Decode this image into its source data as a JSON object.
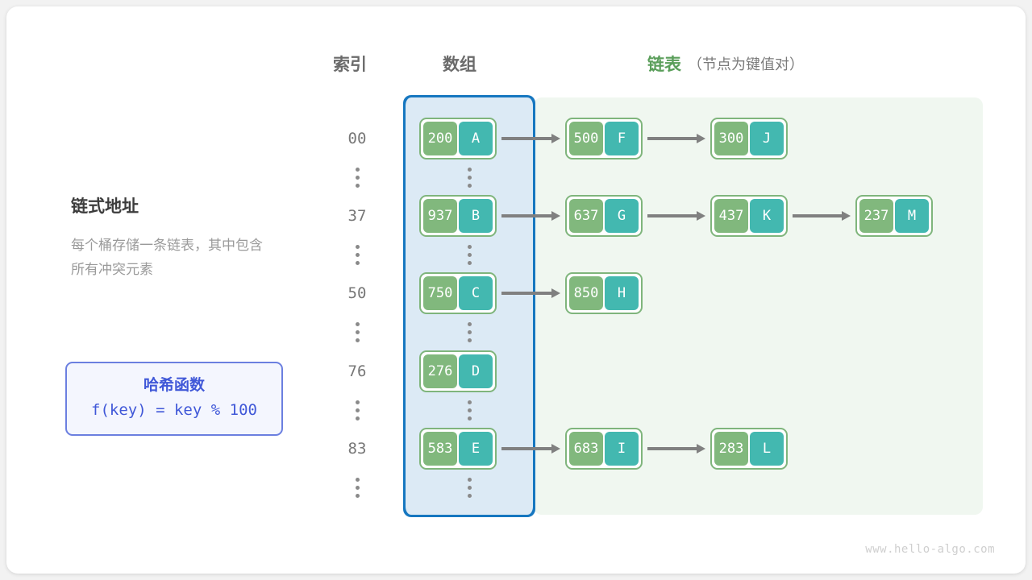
{
  "headers": {
    "index": "索引",
    "array": "数组",
    "list": "链表",
    "list_note": "（节点为键值对）"
  },
  "panel": {
    "title": "链式地址",
    "description": "每个桶存储一条链表，其中包含所有冲突元素"
  },
  "hash_box": {
    "title": "哈希函数",
    "formula": "f(key) = key % 100"
  },
  "watermark": "www.hello-algo.com",
  "colors": {
    "array_region_fill": "#dceaf5",
    "array_region_border": "#1677c0",
    "list_region_fill": "#f0f7f0",
    "node_border": "#7fb57c",
    "key_cell": "#81b87d",
    "value_cell": "#43b8b0",
    "arrow": "#808080",
    "heading_gray": "#6b6b6b",
    "heading_green": "#5a9e5a",
    "hash_accent": "#4058d8"
  },
  "ellipsis_glyph": "vertical-ellipsis",
  "buckets": [
    {
      "index": "00",
      "nodes": [
        {
          "key": "200",
          "value": "A"
        },
        {
          "key": "500",
          "value": "F"
        },
        {
          "key": "300",
          "value": "J"
        }
      ]
    },
    {
      "index": "37",
      "nodes": [
        {
          "key": "937",
          "value": "B"
        },
        {
          "key": "637",
          "value": "G"
        },
        {
          "key": "437",
          "value": "K"
        },
        {
          "key": "237",
          "value": "M"
        }
      ]
    },
    {
      "index": "50",
      "nodes": [
        {
          "key": "750",
          "value": "C"
        },
        {
          "key": "850",
          "value": "H"
        }
      ]
    },
    {
      "index": "76",
      "nodes": [
        {
          "key": "276",
          "value": "D"
        }
      ]
    },
    {
      "index": "83",
      "nodes": [
        {
          "key": "583",
          "value": "E"
        },
        {
          "key": "683",
          "value": "I"
        },
        {
          "key": "283",
          "value": "L"
        }
      ]
    }
  ]
}
